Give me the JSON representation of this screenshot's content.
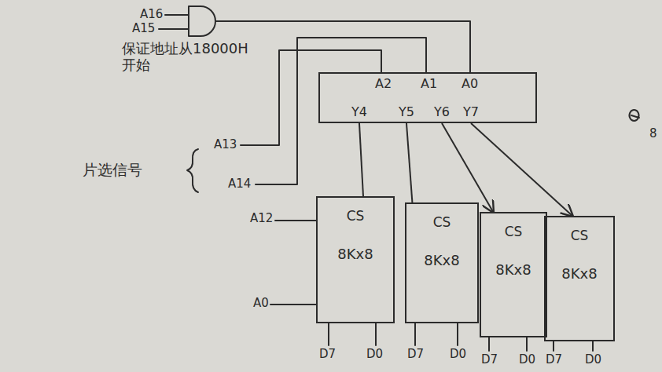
{
  "diagram": {
    "nodes": [
      {
        "text": [
          "A2",
          "A1",
          "A0",
          "Y4",
          "Y5",
          "Y6",
          "Y7"
        ]
      },
      {
        "text": [
          "CS",
          "8Kx8"
        ]
      },
      {
        "text": [
          "CS",
          "8Kx8"
        ]
      },
      {
        "text": [
          "CS",
          "8Kx8"
        ]
      },
      {
        "text": [
          "CS",
          "8Kx8"
        ]
      }
    ],
    "edges": [
      {
        "from": 0,
        "to": 1,
        "arrow": "none"
      },
      {
        "from": 0,
        "to": 2,
        "arrow": "none"
      },
      {
        "from": 0,
        "to": 3,
        "arrow": "to"
      },
      {
        "from": 0,
        "to": 4,
        "arrow": "to"
      }
    ],
    "labels": [
      "A16",
      "A15",
      "保证地址从18000H开始",
      "A13",
      "A14",
      "片选信号",
      "A12",
      "A0",
      "D7",
      "D0",
      "D7",
      "D0",
      "D7",
      "D0",
      "D7",
      "D0",
      "8"
    ]
  }
}
